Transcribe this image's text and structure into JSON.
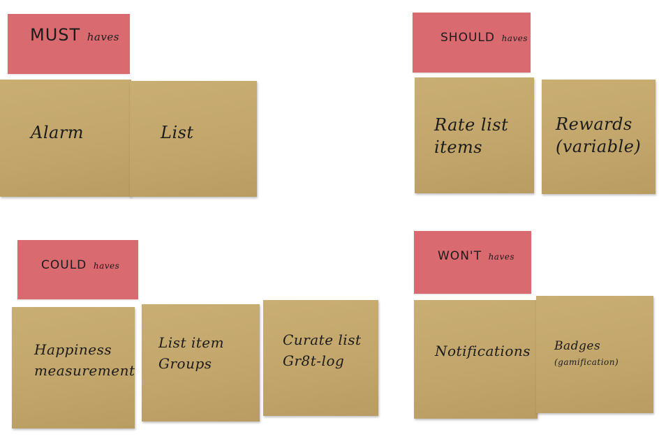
{
  "quadrants": {
    "must": {
      "header": {
        "main": "MUST",
        "sub": "haves"
      },
      "notes": [
        {
          "lines": [
            "Alarm"
          ]
        },
        {
          "lines": [
            "List"
          ]
        }
      ]
    },
    "should": {
      "header": {
        "main": "SHOULD",
        "sub": "haves"
      },
      "notes": [
        {
          "lines": [
            "Rate list",
            "items"
          ]
        },
        {
          "lines": [
            "Rewards",
            "(variable)"
          ]
        }
      ]
    },
    "could": {
      "header": {
        "main": "COULD",
        "sub": "haves"
      },
      "notes": [
        {
          "lines": [
            "Happiness",
            "measurement"
          ]
        },
        {
          "lines": [
            "List item",
            "Groups"
          ]
        },
        {
          "lines": [
            "Curate list",
            "Gr8t-log"
          ]
        }
      ]
    },
    "wont": {
      "header": {
        "main": "WON'T",
        "sub": "haves"
      },
      "notes": [
        {
          "lines": [
            "Notifications"
          ]
        },
        {
          "lines": [
            "Badges",
            "(gamification)"
          ]
        }
      ]
    }
  },
  "colors": {
    "header_note": "#d96a6f",
    "sticky_note": "#c5aa6e",
    "ink": "#1b1b1b",
    "background": "#ffffff"
  }
}
